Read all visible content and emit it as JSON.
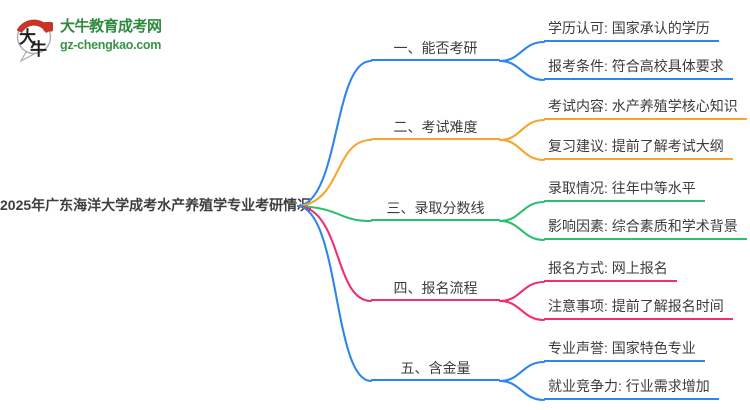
{
  "site": {
    "brand": "大牛教育成考网",
    "domain": "gz-chengkao.com",
    "logo_char1": "大",
    "logo_char2": "牛"
  },
  "mindmap": {
    "title": "2025年广东海洋大学成考水产养殖学专业考研情况",
    "branches": [
      {
        "label": "一、能否考研",
        "color": "#2e86ec",
        "children": [
          "学历认可: 国家承认的学历",
          "报考条件: 符合高校具体要求"
        ]
      },
      {
        "label": "二、考试难度",
        "color": "#f6a62f",
        "children": [
          "考试内容: 水产养殖学核心知识",
          "复习建议: 提前了解考试大纲"
        ]
      },
      {
        "label": "三、录取分数线",
        "color": "#2ebf6e",
        "children": [
          "录取情况: 往年中等水平",
          "影响因素: 综合素质和学术背景"
        ]
      },
      {
        "label": "四、报名流程",
        "color": "#ee2f74",
        "children": [
          "报名方式: 网上报名",
          "注意事项: 提前了解报名时间"
        ]
      },
      {
        "label": "五、含金量",
        "color": "#2e86ec",
        "children": [
          "专业声誉: 国家特色专业",
          "就业竞争力: 行业需求增加"
        ]
      }
    ]
  },
  "colors": {
    "brand_green": "#2f8a3d",
    "logo_red": "#c63528",
    "text": "#3c3c3c",
    "background": "#ffffff"
  }
}
